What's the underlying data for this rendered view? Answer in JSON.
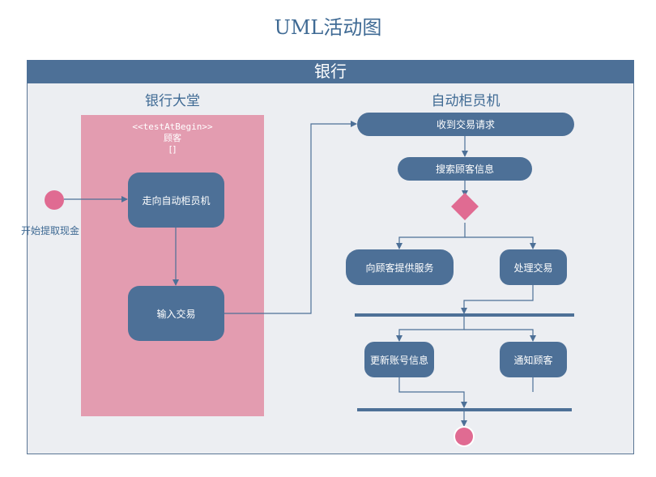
{
  "title": "UML活动图",
  "frame": {
    "header": "银行"
  },
  "lanes": {
    "left": {
      "title": "银行大堂"
    },
    "right": {
      "title": "自动柜员机"
    }
  },
  "stereotype": {
    "line1": "<<testAtBegin>>",
    "line2": "顾客",
    "line3": "[]"
  },
  "start": {
    "label": "开始提取现金"
  },
  "nodes": {
    "walk_to_atm": "走向自动柜员机",
    "input_transaction": "输入交易",
    "receive_request": "收到交易请求",
    "search_customer": "搜索顾客信息",
    "provide_service": "向顾客提供服务",
    "process_transaction": "处理交易",
    "update_account": "更新账号信息",
    "notify_customer": "通知顾客"
  },
  "colors": {
    "node": "#4d7097",
    "lane": "#e39cb0",
    "marker": "#e06b92",
    "frame": "#eceef2"
  }
}
